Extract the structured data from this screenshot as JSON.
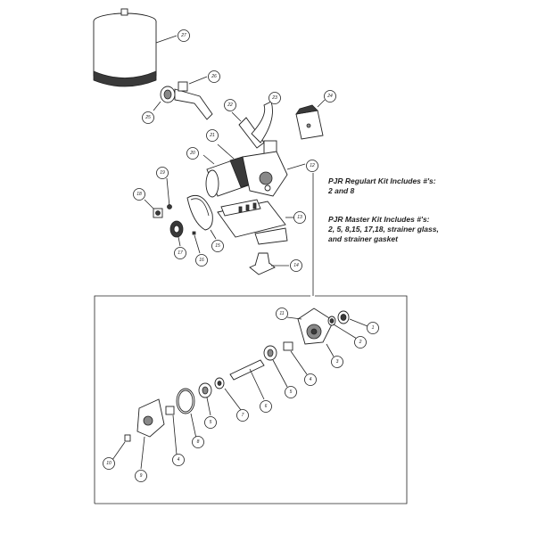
{
  "kits": {
    "regular_title": "PJR Regulart Kit Includes #'s:",
    "regular_items": "2 and 8",
    "master_title": "PJR Master Kit Includes #'s:",
    "master_line1": "2, 5, 8,15, 17,18, strainer glass,",
    "master_line2": "and strainer gasket"
  },
  "callouts": {
    "c27": "27",
    "c26": "26",
    "c25": "25",
    "c22": "22",
    "c23": "23",
    "c24": "24",
    "c21": "21",
    "c20": "20",
    "c12": "12",
    "c19": "19",
    "c18": "18",
    "c13": "13",
    "c17": "17",
    "c15": "15",
    "c16": "16",
    "c14": "14",
    "c11": "11",
    "c2": "2",
    "c1": "1",
    "c3": "3",
    "c4a": "4",
    "c5a": "5",
    "c6": "6",
    "c7": "7",
    "c5b": "5",
    "c8": "8",
    "c4b": "4",
    "c9": "9",
    "c10": "10"
  }
}
